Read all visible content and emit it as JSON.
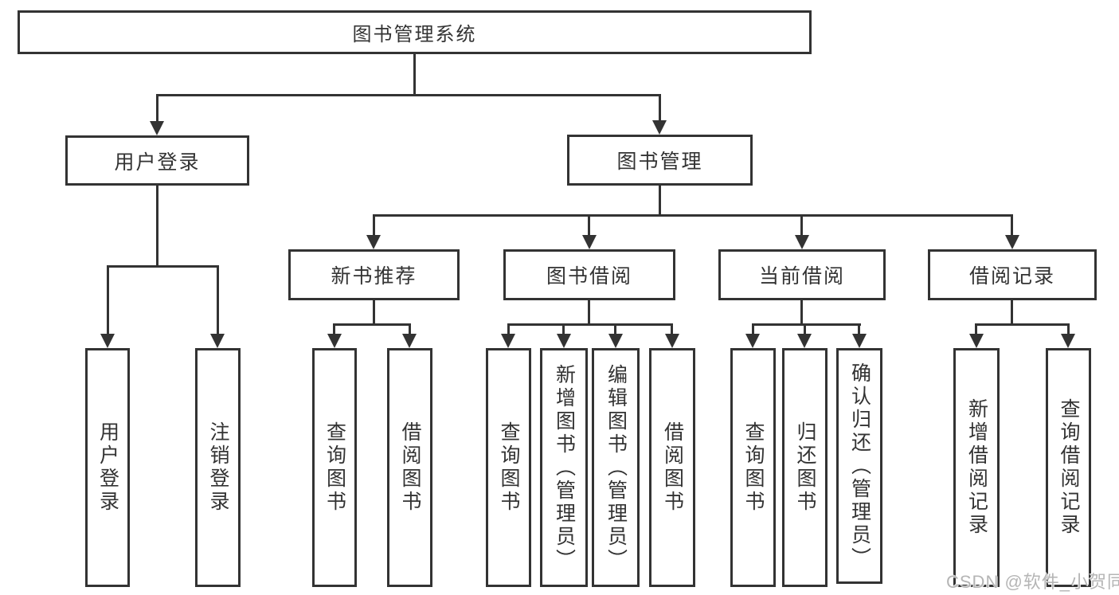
{
  "tree": {
    "label": "图书管理系统",
    "children": [
      {
        "label": "用户登录",
        "children": [
          {
            "label": "用户登录"
          },
          {
            "label": "注销登录"
          }
        ]
      },
      {
        "label": "图书管理",
        "children": [
          {
            "label": "新书推荐",
            "children": [
              {
                "label": "查询图书"
              },
              {
                "label": "借阅图书"
              }
            ]
          },
          {
            "label": "图书借阅",
            "children": [
              {
                "label": "查询图书"
              },
              {
                "label": "新增图书（管理员）"
              },
              {
                "label": "编辑图书（管理员）"
              },
              {
                "label": "借阅图书"
              }
            ]
          },
          {
            "label": "当前借阅",
            "children": [
              {
                "label": "查询图书"
              },
              {
                "label": "归还图书"
              },
              {
                "label": "确认归还（管理员）"
              }
            ]
          },
          {
            "label": "借阅记录",
            "children": [
              {
                "label": "新增借阅记录"
              },
              {
                "label": "查询借阅记录"
              }
            ]
          }
        ]
      }
    ]
  },
  "watermark": "CSDN @软件_小贺同学",
  "colors": {
    "line": "#333333",
    "text": "#333333",
    "background": "#ffffff",
    "watermark": "#b5b5b5"
  }
}
